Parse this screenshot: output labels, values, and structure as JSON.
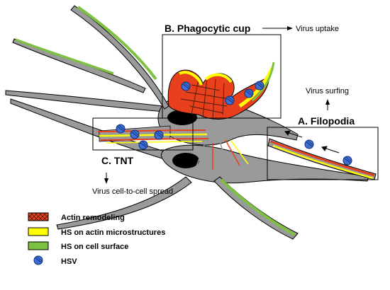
{
  "panels": {
    "phagocytic_cup": {
      "label": "B. Phagocytic cup",
      "outcome": "Virus uptake"
    },
    "filopodia": {
      "label": "A. Filopodia",
      "outcome": "Virus surfing"
    },
    "tnt": {
      "label": "C. TNT",
      "outcome": "Virus cell-to-cell spread"
    }
  },
  "legend": {
    "items": [
      {
        "label": "Actin remodeling",
        "color": "#e8401c"
      },
      {
        "label": "HS on actin microstructures",
        "color": "#ffff00"
      },
      {
        "label": "HS on cell surface",
        "color": "#7dc142"
      },
      {
        "label": "HSV",
        "color": "#3f6fd1"
      }
    ]
  },
  "colors": {
    "cell_body": "#9a9a9a",
    "nucleus": "#000000",
    "actin": "#e8401c",
    "hs_actin": "#ffff00",
    "hs_surface": "#7dc142",
    "virus": "#3f6fd1"
  }
}
